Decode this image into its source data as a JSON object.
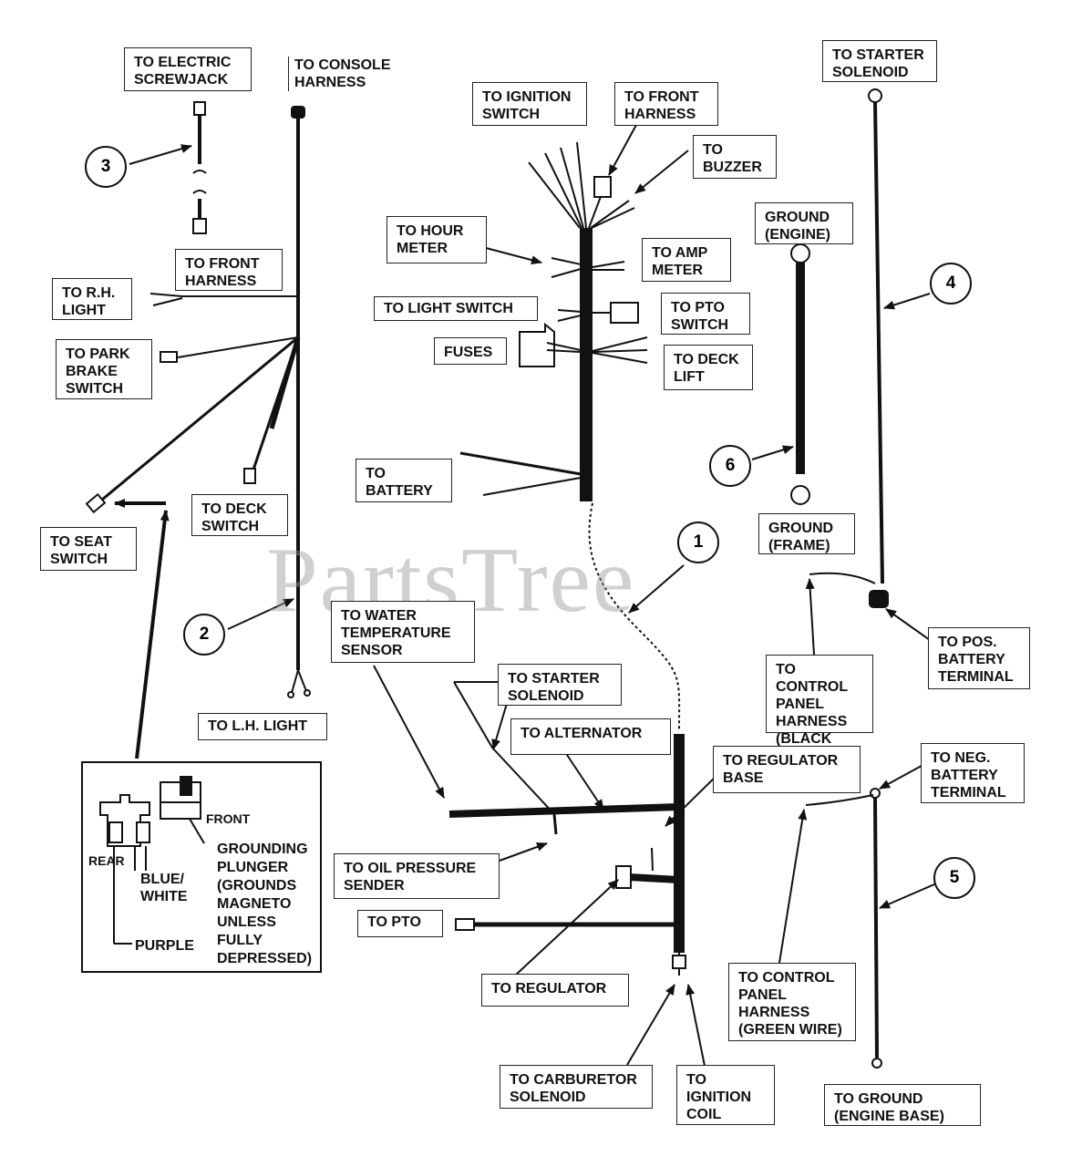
{
  "labels": {
    "electric_screwjack": "TO ELECTRIC\nSCREWJACK",
    "console_harness": "TO CONSOLE\nHARNESS",
    "ignition_switch": "TO IGNITION\nSWITCH",
    "front_harness_top": "TO FRONT\nHARNESS",
    "buzzer": "TO\nBUZZER",
    "starter_solenoid_top": "TO STARTER\nSOLENOID",
    "ground_engine": "GROUND\n(ENGINE)",
    "hour_meter": "TO HOUR\n METER",
    "amp_meter": "TO AMP\n METER",
    "front_harness_left": "TO FRONT\nHARNESS",
    "rh_light": "TO R.H.\nLIGHT",
    "light_switch": "TO LIGHT SWITCH",
    "pto_switch": "TO PTO\nSWITCH",
    "park_brake_switch": "TO PARK\nBRAKE\nSWITCH",
    "fuses": "FUSES",
    "deck_lift": "TO DECK\n LIFT",
    "battery": "TO\nBATTERY",
    "deck_switch": "TO DECK\nSWITCH",
    "seat_switch": "TO SEAT\nSWITCH",
    "ground_frame": "GROUND\n(FRAME)",
    "water_temp": "TO WATER\nTEMPERATURE\n SENSOR",
    "control_panel_black": "TO CONTROL\nPANEL\nHARNESS\n(BLACK WIRE)",
    "pos_battery": "TO POS.\nBATTERY\nTERMINAL",
    "starter_solenoid_mid": "TO STARTER\nSOLENOID",
    "alternator": "TO ALTERNATOR",
    "lh_light": "TO L.H. LIGHT",
    "regulator_base": "TO REGULATOR\nBASE",
    "neg_battery": "TO NEG.\nBATTERY\nTERMINAL",
    "oil_pressure": "TO OIL PRESSURE\nSENDER",
    "pto": "TO PTO",
    "regulator": "TO REGULATOR",
    "control_panel_green": "TO CONTROL\nPANEL\nHARNESS\n(GREEN WIRE)",
    "carburetor_solenoid": "TO CARBURETOR\nSOLENOID",
    "ignition_coil": "TO\nIGNITION\nCOIL",
    "ground_engine_base": "TO GROUND\n(ENGINE BASE)"
  },
  "callouts": {
    "c1": "1",
    "c2": "2",
    "c3": "3",
    "c4": "4",
    "c5": "5",
    "c6": "6"
  },
  "inset": {
    "front": "FRONT",
    "rear": "REAR",
    "blue_white": "BLUE/\nWHITE",
    "grounding_plunger": "GROUNDING\nPLUNGER\n(GROUNDS\nMAGNETO\nUNLESS\nFULLY\nDEPRESSED)",
    "purple": "PURPLE"
  },
  "watermark": "PartsTree"
}
